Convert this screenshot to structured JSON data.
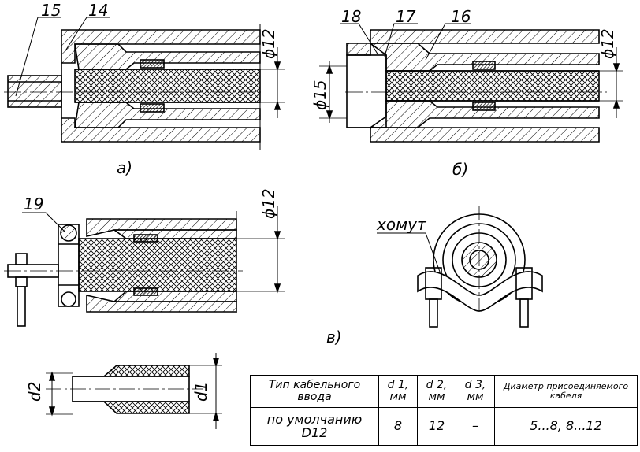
{
  "labels": {
    "p15": "15",
    "p14": "14",
    "p18": "18",
    "p17": "17",
    "p16": "16",
    "p19": "19",
    "clamp": "хомут",
    "phi12_a": "ϕ12",
    "phi12_b": "ϕ12",
    "phi15": "ϕ15",
    "phi12_c": "ϕ12",
    "d2": "d2",
    "d1": "d1",
    "view_a": "а)",
    "view_b": "б)",
    "view_c": "в)"
  },
  "table": {
    "headers": [
      "Тип кабельного ввода",
      "d 1, мм",
      "d 2, мм",
      "d 3, мм",
      "Диаметр присоединяемого кабеля"
    ],
    "row": [
      "по умолчанию D12",
      "8",
      "12",
      "–",
      "5...8, 8...12"
    ]
  }
}
